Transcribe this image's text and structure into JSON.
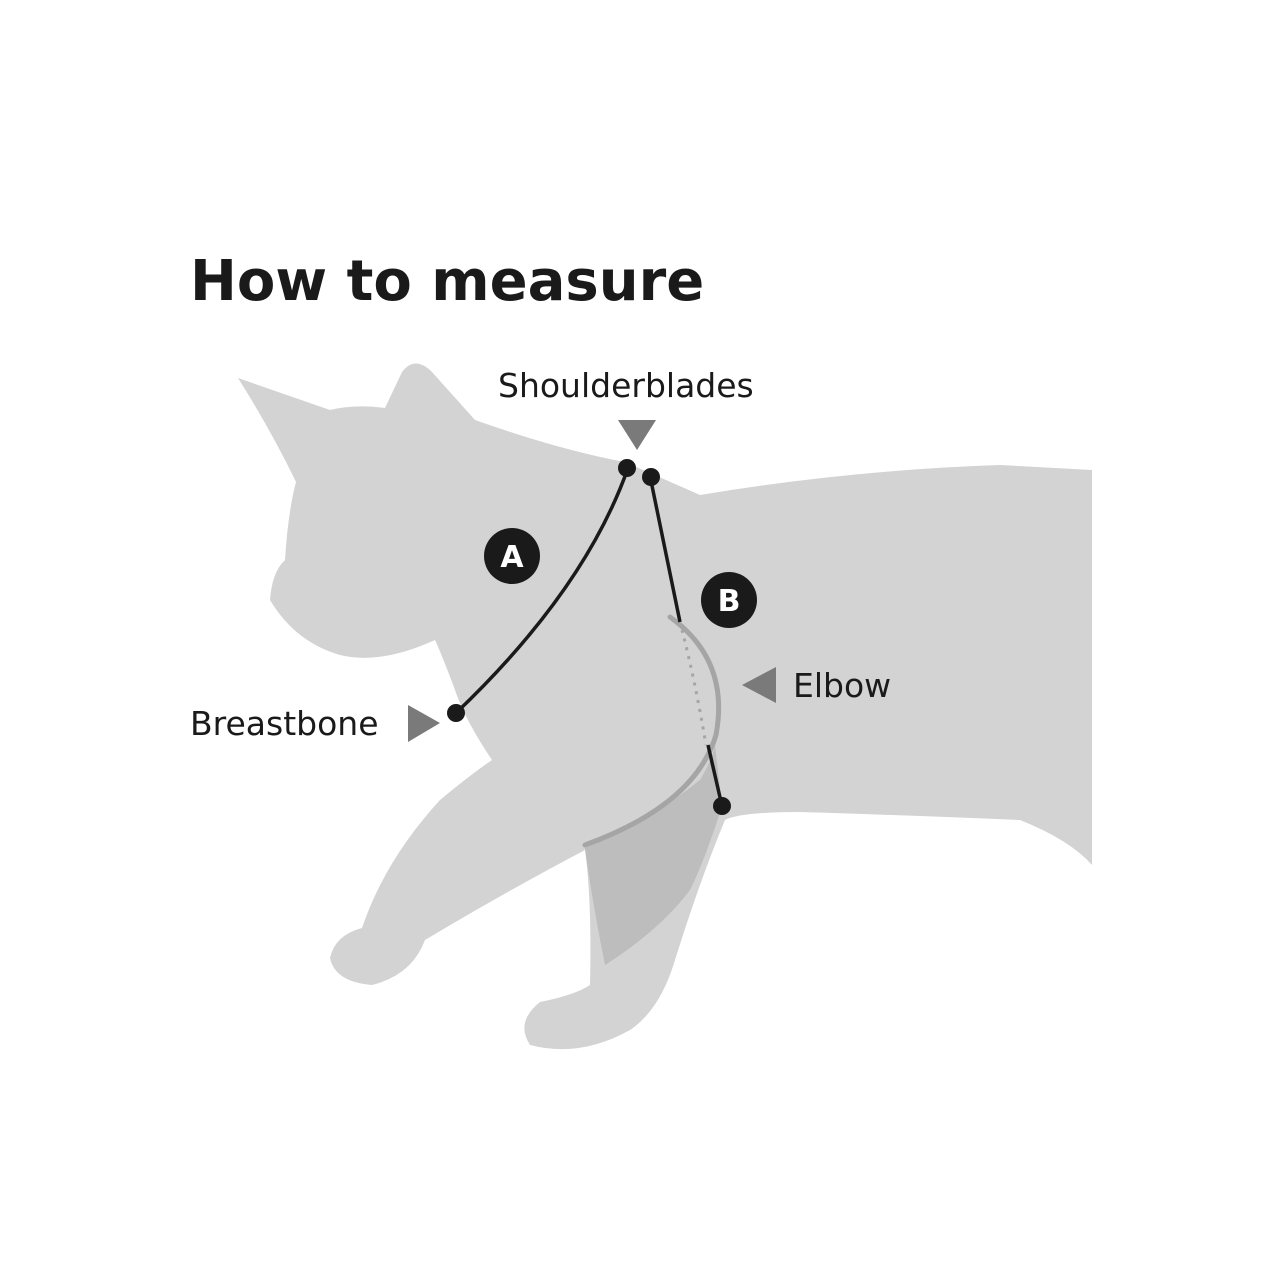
{
  "title": "How to measure",
  "labels": {
    "shoulderblades": "Shoulderblades",
    "breastbone": "Breastbone",
    "elbow": "Elbow"
  },
  "badges": {
    "a": "A",
    "b": "B"
  },
  "colors": {
    "silhouette": "#d3d3d3",
    "leg_shade": "#bdbdbd",
    "line": "#1a1a1a",
    "arrow": "#7a7a7a",
    "elbow_curve": "#a5a5a5"
  }
}
